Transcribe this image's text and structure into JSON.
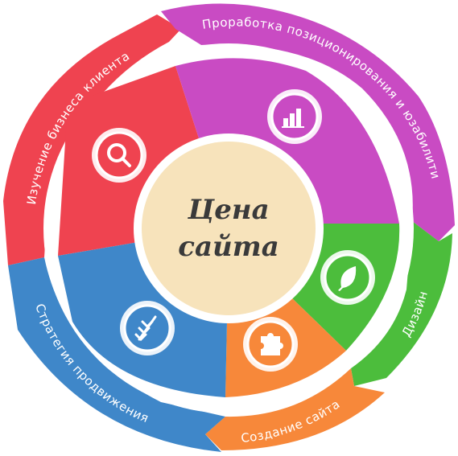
{
  "center": {
    "line1": "Цена",
    "line2": "сайта"
  },
  "segments": [
    {
      "id": "research",
      "label": "Изучение бизнеса клиента",
      "color": "#ef4350",
      "icon": "magnifier-icon"
    },
    {
      "id": "positioning",
      "label": "Проработка позиционирования и юзабилити",
      "color": "#c94bc3",
      "icon": "bar-chart-icon"
    },
    {
      "id": "design",
      "label": "Дизайн",
      "color": "#4cbd3c",
      "icon": "feather-icon"
    },
    {
      "id": "build",
      "label": "Создание сайта",
      "color": "#f7883a",
      "icon": "puzzle-icon"
    },
    {
      "id": "promotion",
      "label": "Стратегия продвижения",
      "color": "#3f87c9",
      "icon": "chevrons-icon"
    }
  ],
  "colors": {
    "center_fill": "#f7e3bb",
    "center_text": "#3a3a3a",
    "ring_gap": "#ffffff"
  }
}
